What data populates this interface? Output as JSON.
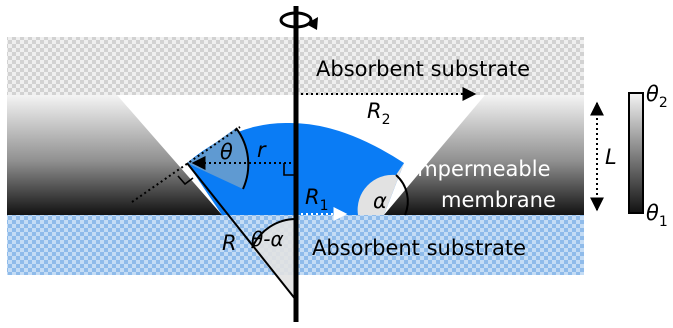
{
  "labels": {
    "absorbent_top": "Absorbent substrate",
    "absorbent_bottom": "Absorbent substrate",
    "membrane_line1": "Impermeable",
    "membrane_line2": "membrane",
    "R2": "R",
    "R2_sub": "2",
    "R1": "R",
    "R1_sub": "1",
    "r": "r",
    "R": "R",
    "theta": "θ",
    "alpha": "α",
    "theta_minus_alpha": "θ-α",
    "L": "L",
    "theta2": "θ",
    "theta2_sub": "2",
    "theta1": "θ",
    "theta1_sub": "1"
  },
  "colors": {
    "drop": "#0a7cf5",
    "drop_shaded": "#5f9ad2",
    "top_substrate": "#d8d8d8",
    "bottom_substrate": "#9cc4ee",
    "axis": "#000000",
    "angle_fill": "#e2e2e2"
  }
}
